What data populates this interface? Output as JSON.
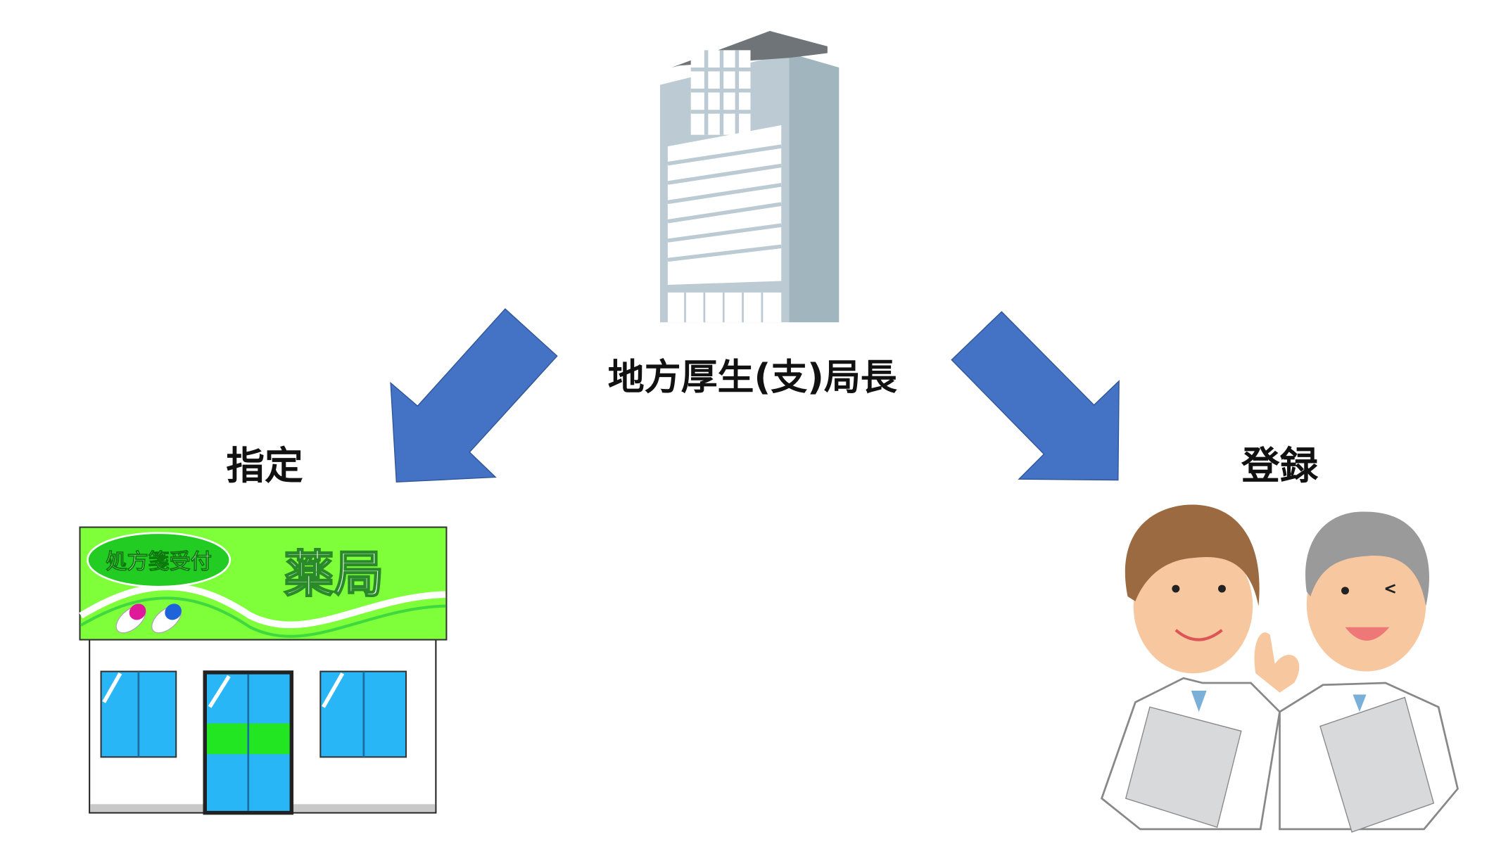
{
  "center": {
    "label": "地方厚生(支)局長"
  },
  "left": {
    "label": "指定",
    "sign_oval": "処方箋受付",
    "sign_title": "薬局"
  },
  "right": {
    "label": "登録"
  },
  "colors": {
    "arrow": "#4472C4",
    "sign_green": "#7FFF3A",
    "window_blue": "#29B6F6",
    "building_light": "#BCCBD3",
    "building_dark": "#A0B5BD"
  }
}
